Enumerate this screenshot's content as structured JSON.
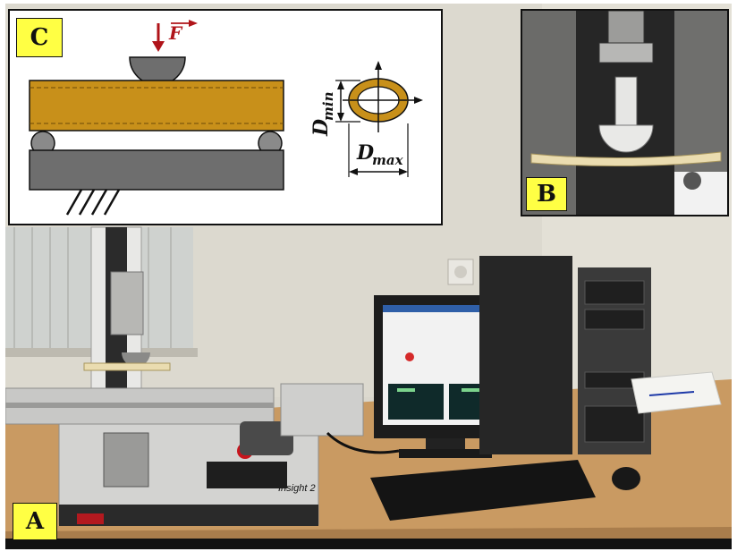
{
  "panels": {
    "a": {
      "label": "A"
    },
    "b": {
      "label": "B"
    },
    "c": {
      "label": "C"
    }
  },
  "diagram": {
    "force_symbol": "F",
    "dim_min_base": "D",
    "dim_min_sub": "min",
    "dim_max_base": "D",
    "dim_max_sub": "max"
  },
  "equipment": {
    "machine_brand": "Insight 2"
  },
  "colors": {
    "label_bg": "#ffff44",
    "specimen": "#c8901a",
    "force_arrow": "#b0141a",
    "support": "#6e6e6e"
  }
}
